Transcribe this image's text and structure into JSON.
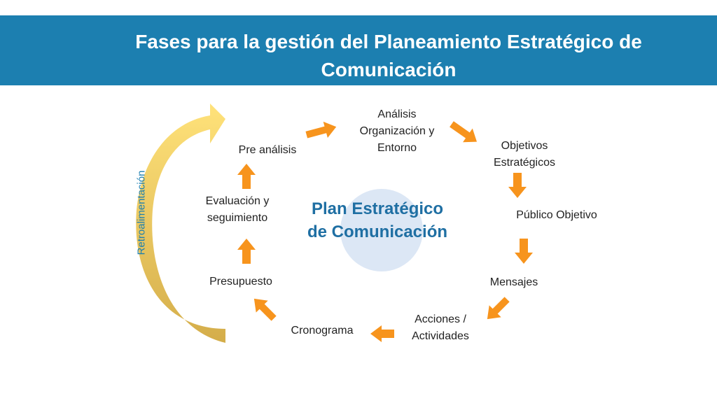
{
  "title": "Fases para la gestión del Planeamiento  Estratégico de Comunicación",
  "center": {
    "line1": "Plan Estratégico",
    "line2": "de Comunicación"
  },
  "side_label": "Retroalimentación",
  "phases": {
    "pre_analisis": [
      "Pre análisis"
    ],
    "analisis": [
      "Análisis",
      "Organización y",
      "Entorno"
    ],
    "objetivos": [
      "Objetivos",
      "Estratégicos"
    ],
    "publico": [
      "Público Objetivo"
    ],
    "mensajes": [
      "Mensajes"
    ],
    "acciones": [
      "Acciones /",
      "Actividades"
    ],
    "cronograma": [
      "Cronograma"
    ],
    "presupuesto": [
      "Presupuesto"
    ],
    "evaluacion": [
      "Evaluación y",
      "seguimiento"
    ]
  },
  "colors": {
    "banner": "#1c7fb0",
    "arrow": "#f7941d",
    "center_text": "#1f6fa3",
    "center_circle": "#dce7f5",
    "feedback_arrow_top": "#ffe27a",
    "feedback_arrow_bottom": "#d4ad4a"
  }
}
